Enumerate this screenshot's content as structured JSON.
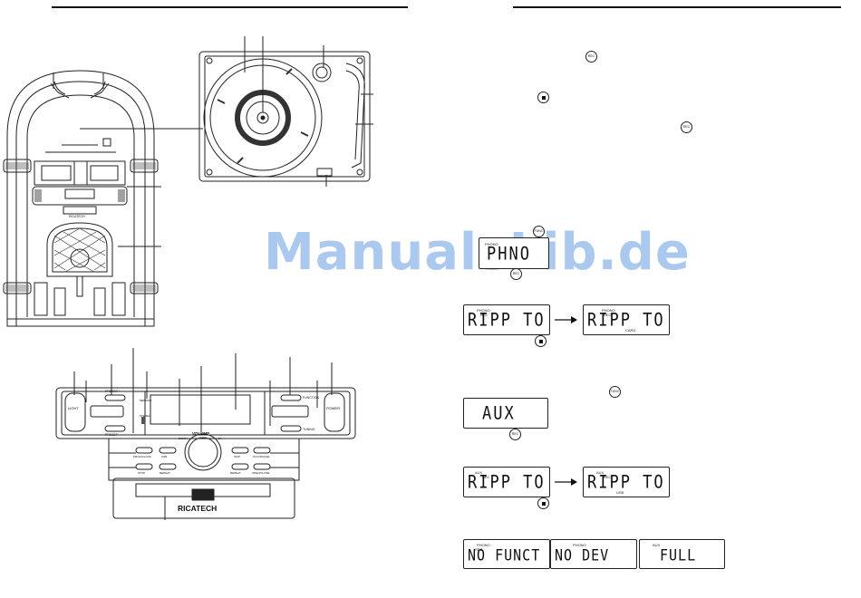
{
  "watermark": "ManualsLib.de",
  "front_panel": {
    "brand": "RICATECH",
    "volume_label": "VOLUME",
    "buttons": {
      "light": "LIGHT",
      "power": "POWER",
      "preset_plus": "PRESET +",
      "preset_minus": "PRESET -",
      "function": "FUNCTION",
      "tuning": "TUNING",
      "prog_clock": "PROG/CLOCK",
      "usb": "USB",
      "stop": "STOP",
      "play_pause": "PLAY/PAUSE",
      "skip": "SKIP",
      "repeat": "REPEAT",
      "open_close": "OPEN/CLOSE",
      "down": "DOWN",
      "up": "UP"
    },
    "indicators": {
      "mem": "MEMORY",
      "stereo": "STEREO"
    }
  },
  "jukebox": {
    "brand": "RICATECH"
  },
  "steps": [
    {
      "buttons": [
        "REC"
      ]
    },
    {
      "buttons": [
        "STOP"
      ]
    },
    {
      "buttons": [
        "REC"
      ]
    }
  ],
  "displays": {
    "phono": {
      "text": "PHNO",
      "small": "PHONO",
      "btn_top": "FUNC",
      "btn_bottom": "REC"
    },
    "ripp1_a": {
      "text": "RIPP TO",
      "small1": "PHONO",
      "small2": "REC"
    },
    "ripp1_b": {
      "text": "RIPP TO",
      "small1": "PHONO",
      "small2": "REC",
      "small3": "CARD"
    },
    "aux": {
      "text": "AUX",
      "btn_top": "FUNC",
      "btn_bottom": "REC"
    },
    "ripp2_a": {
      "text": "RIPP TO",
      "small1": "AUX",
      "small2": "REC"
    },
    "ripp2_b": {
      "text": "RIPP TO",
      "small1": "AUX",
      "small2": "REC",
      "small3": "USB"
    },
    "nofunct": {
      "text": "NO FUNCT",
      "small1": "PHONO",
      "small2": "REC"
    },
    "nodev": {
      "text": "NO DEV",
      "small1": "PHONO"
    },
    "full": {
      "text": "FULL",
      "small1": "AUX"
    }
  }
}
